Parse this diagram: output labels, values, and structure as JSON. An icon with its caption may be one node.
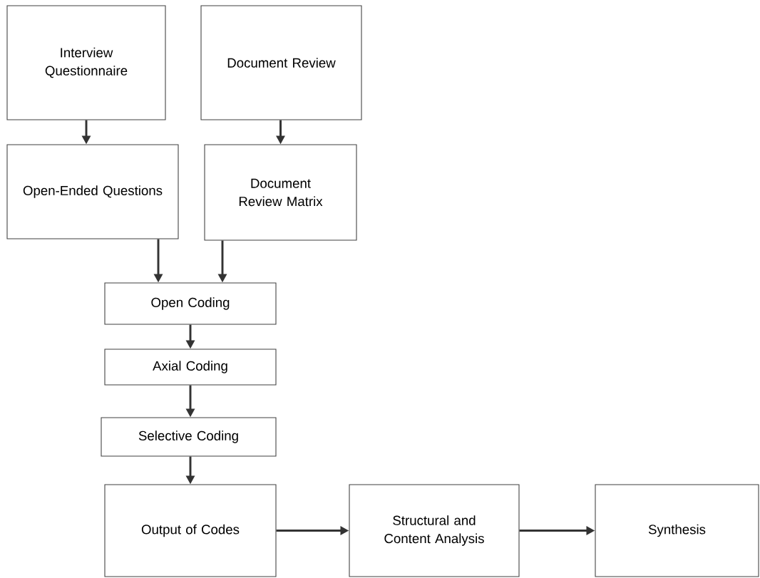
{
  "diagram": {
    "nodes": [
      {
        "text": [
          "Interview Questionnaire"
        ]
      },
      {
        "text": [
          "Document Review"
        ]
      },
      {
        "text": [
          "Open-Ended Questions"
        ]
      },
      {
        "text": [
          "Document Review Matrix"
        ]
      },
      {
        "text": [
          "Open Coding"
        ]
      },
      {
        "text": [
          "Axial Coding"
        ]
      },
      {
        "text": [
          "Selective Coding"
        ]
      },
      {
        "text": [
          "Output of Codes"
        ]
      },
      {
        "text": [
          "Structural and Content Analysis"
        ]
      },
      {
        "text": [
          "Synthesis"
        ]
      }
    ],
    "edges": [
      {
        "from": 0,
        "to": 2,
        "arrow": "to"
      },
      {
        "from": 1,
        "to": 3,
        "arrow": "to"
      },
      {
        "from": 2,
        "to": 4,
        "arrow": "to"
      },
      {
        "from": 3,
        "to": 4,
        "arrow": "to"
      },
      {
        "from": 4,
        "to": 5,
        "arrow": "to"
      },
      {
        "from": 5,
        "to": 6,
        "arrow": "to"
      },
      {
        "from": 6,
        "to": 7,
        "arrow": "to"
      },
      {
        "from": 7,
        "to": 8,
        "arrow": "to"
      },
      {
        "from": 8,
        "to": 9,
        "arrow": "to"
      }
    ]
  }
}
